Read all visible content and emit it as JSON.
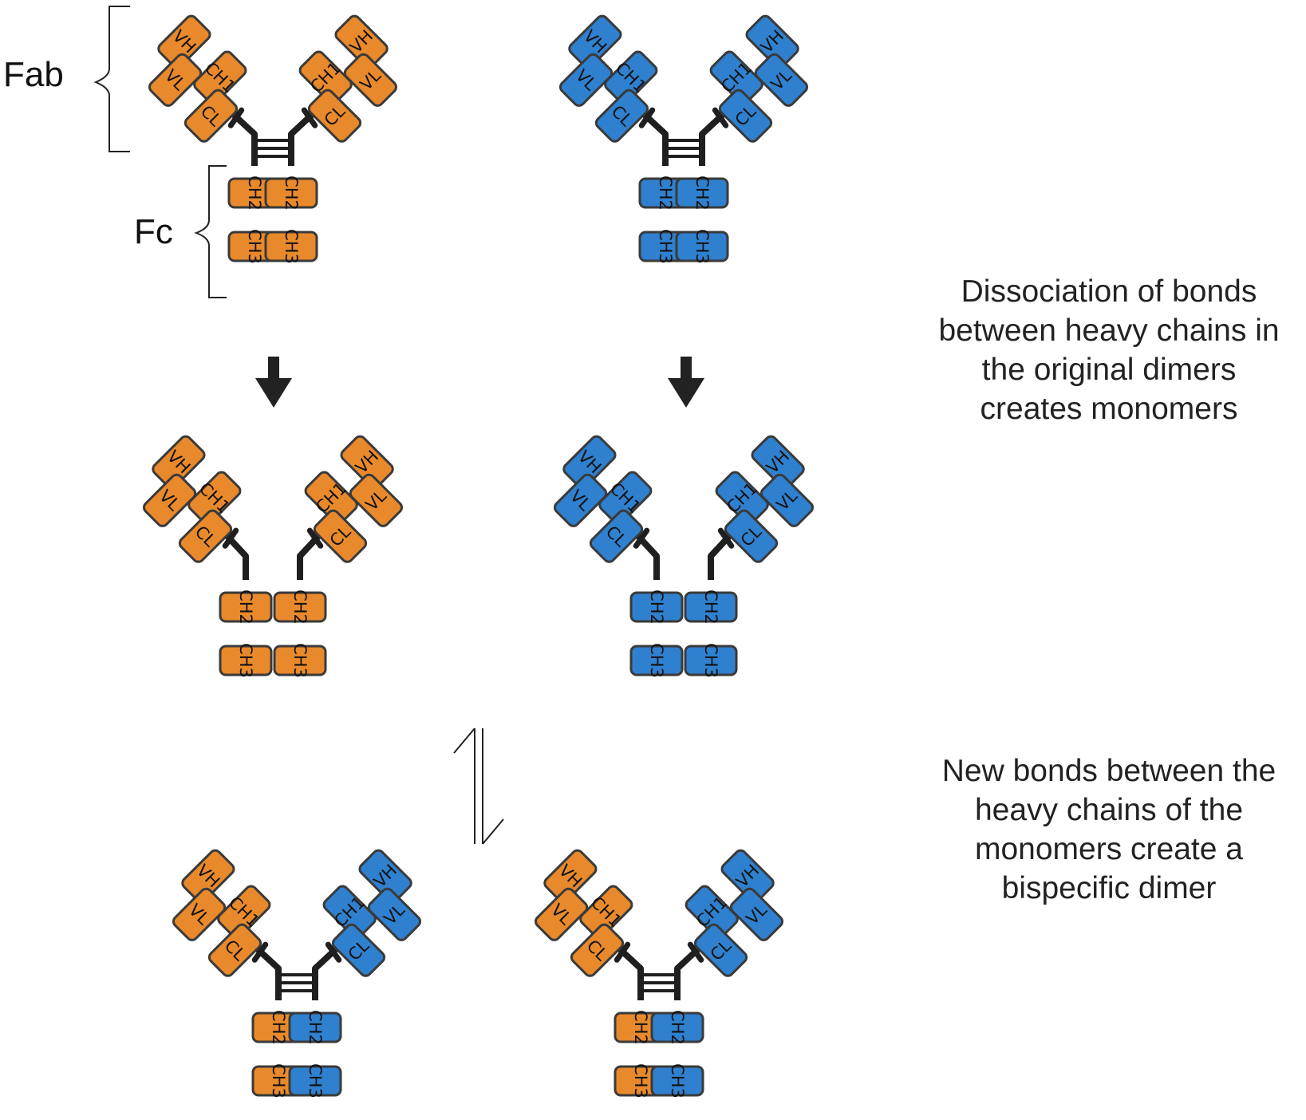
{
  "colors": {
    "orange": "#E8892B",
    "blue": "#2F80CE",
    "outline": "#3a3a3a",
    "linker": "#1f1f1f",
    "arrow": "#222222"
  },
  "domain_labels": {
    "vh": "VH",
    "vl": "VL",
    "ch1": "CH1",
    "cl": "CL",
    "ch2": "CH2",
    "ch3": "CH3"
  },
  "brace_labels": {
    "fab": "Fab",
    "fc": "Fc"
  },
  "captions": {
    "dissociation": [
      "Dissociation of bonds",
      "between heavy chains in",
      "the original dimers",
      "creates monomers"
    ],
    "new_bonds": [
      "New bonds between the",
      "heavy chains of the",
      "monomers create a",
      "bispecific dimer"
    ]
  },
  "antibodies": [
    {
      "name": "orange-dimer",
      "type": "dimer",
      "left": "orange",
      "right": "orange"
    },
    {
      "name": "blue-dimer",
      "type": "dimer",
      "left": "blue",
      "right": "blue"
    },
    {
      "name": "orange-monomers",
      "type": "monomers",
      "left": "orange",
      "right": "orange"
    },
    {
      "name": "blue-monomers",
      "type": "monomers",
      "left": "blue",
      "right": "blue"
    },
    {
      "name": "bispecific-dimer-1",
      "type": "dimer",
      "left": "orange",
      "right": "blue"
    },
    {
      "name": "bispecific-dimer-2",
      "type": "dimer",
      "left": "orange",
      "right": "blue"
    }
  ]
}
